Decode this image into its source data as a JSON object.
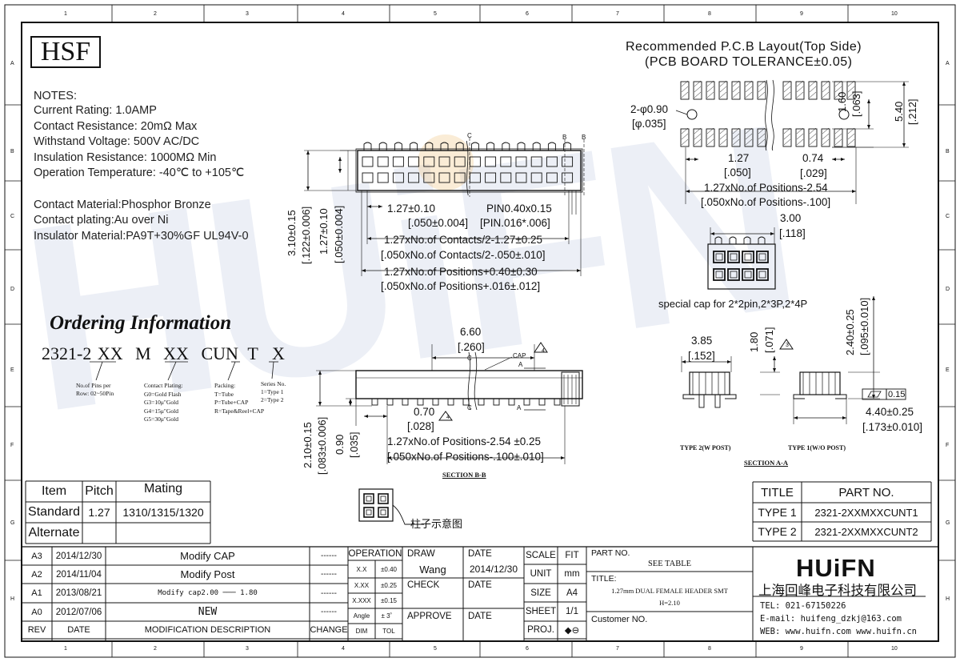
{
  "frame": {
    "col_numbers": [
      "1",
      "2",
      "3",
      "4",
      "5",
      "6",
      "7",
      "8",
      "9",
      "10"
    ],
    "row_letters": [
      "A",
      "B",
      "C",
      "D",
      "E",
      "F",
      "G",
      "H"
    ]
  },
  "logo": "HSF",
  "notes": {
    "title": "NOTES:",
    "lines": [
      "Current Rating: 1.0AMP",
      "Contact Resistance: 20mΩ Max",
      "Withstand Voltage: 500V AC/DC",
      "Insulation Resistance: 1000MΩ Min",
      "Operation Temperature: -40℃ to +105℃"
    ],
    "material_lines": [
      "Contact Material:Phosphor Bronze",
      "Contact plating:Au over Ni",
      "Insulator Material:PA9T+30%GF UL94V-0"
    ]
  },
  "pcb_layout": {
    "title": "Recommended P.C.B Layout(Top Side)",
    "tolerance": "(PCB BOARD TOLERANCE±0.05)",
    "hole": "2-φ0.90",
    "hole_in": "[φ.035]",
    "pitch": "1.27",
    "pitch_in": "[.050]",
    "pad_width": "0.74",
    "pad_width_in": "[.029]",
    "positions": "1.27xNo.of Positions-2.54",
    "positions_in": "[.050xNo.of Positions-.100]",
    "row_gap": "1.60",
    "row_gap_in": "[.063]",
    "total": "5.40",
    "total_in": "[.212]"
  },
  "cap_view": {
    "width": "3.00",
    "width_in": "[.118]",
    "caption": "special cap for 2*2pin,2*3P,2*4P"
  },
  "top_view": {
    "label_c": "C",
    "label_b": "B",
    "pitch": "1.27±0.10",
    "pitch_in": "[.050±0.004]",
    "pin": "PIN0.40x0.15",
    "pin_in": "[PIN.016*.006]",
    "contacts": "1.27xNo.of Contacts/2-1.27±0.25",
    "contacts_in": "[.050xNo.of Contacts/2-.050±.010]",
    "positions": "1.27xNo.of Positions+0.40±0.30",
    "positions_in": "[.050xNo.of Positions+.016±.012]",
    "height": "3.10±0.15",
    "height_in": "[.122±0.006]",
    "row": "1.27±0.10",
    "row_in": "[.050±0.004]"
  },
  "ordering": {
    "title": "Ordering Information",
    "code_prefix": "2321-2",
    "code_xx1": "XX",
    "code_m": "M",
    "code_xx2": "XX",
    "code_cun": "CUN",
    "code_t": "T",
    "code_x": "X",
    "pins": [
      "No.of Pins per",
      "Row: 02~50Pin"
    ],
    "plating": [
      "Contact Plating:",
      "G0=Gold Flash",
      "G3=10μ\"Gold",
      "G4=15μ\"Gold",
      "G5=30μ\"Gold"
    ],
    "packing": [
      "Packing:",
      "T=Tube",
      "P=Tube+CAP",
      "R=Tape&Reel+CAP"
    ],
    "series": [
      "Series No.",
      "1=Type 1",
      "2=Type 2"
    ]
  },
  "side_view": {
    "width": "6.60",
    "width_in": "[.260]",
    "cap": "CAP",
    "label_a": "A",
    "label_c": "C",
    "pin_w": "0.70",
    "pin_w_in": "[.028]",
    "positions": "1.27xNo.of Positions-2.54  ±0.25",
    "positions_in": "[.050xNo.of Positions-.100±.010]",
    "height": "2.10±0.15",
    "height_in": "[.083±0.006]",
    "post": "0.90",
    "post_in": "[.035]",
    "section": "SECTION B-B",
    "warn": "4"
  },
  "section_a": {
    "w": "3.85",
    "w_in": "[.152]",
    "h": "1.80",
    "h_in": "[.071]",
    "height": "2.40±0.25",
    "height_in": "[.095±0.010]",
    "flat": "0.15",
    "length": "4.40±0.25",
    "length_in": "[.173±0.010]",
    "type2": "TYPE 2(W POST)",
    "type1": "TYPE 1(W/O POST)",
    "section": "SECTION A-A",
    "warn": "3"
  },
  "post_diagram": {
    "label": "柱子示意图"
  },
  "mating": {
    "headers": [
      "Item",
      "Pitch",
      "Mating"
    ],
    "rows": [
      [
        "Standard",
        "1.27",
        "1310/1315/1320"
      ],
      [
        "Alternate",
        "",
        ""
      ]
    ]
  },
  "type_table": {
    "headers": [
      "TITLE",
      "PART NO."
    ],
    "rows": [
      [
        "TYPE 1",
        "2321-2XXMXXCUNT1"
      ],
      [
        "TYPE 2",
        "2321-2XXMXXCUNT2"
      ]
    ]
  },
  "revisions": {
    "rows": [
      [
        "A3",
        "2014/12/30",
        "Modify CAP",
        "------"
      ],
      [
        "A2",
        "2014/11/04",
        "Modify Post",
        "------"
      ],
      [
        "A1",
        "2013/08/21",
        "Modify cap2.00 ─── 1.80",
        "------"
      ],
      [
        "A0",
        "2012/07/06",
        "NEW",
        "------"
      ]
    ],
    "headers": [
      "REV",
      "DATE",
      "MODIFICATION  DESCRIPTION",
      "CHANGE"
    ]
  },
  "title_block": {
    "operation": "OPERATION",
    "tol_rows": [
      [
        "X.X",
        "±0.40"
      ],
      [
        "X.XX",
        "±0.25"
      ],
      [
        "X.XXX",
        "±0.15"
      ],
      [
        "Angle",
        "±  3゜"
      ]
    ],
    "dim": "DIM",
    "tol": "TOL",
    "draw": "DRAW",
    "draw_name": "Wang",
    "date": "DATE",
    "draw_date": "2014/12/30",
    "check": "CHECK",
    "approve": "APPROVE",
    "scale": "SCALE",
    "fit": "FIT",
    "unit": "UNIT",
    "mm": "mm",
    "size": "SIZE",
    "a4": "A4",
    "sheet": "SHEET",
    "sheet_val": "1/1",
    "proj": "PROJ.",
    "proj_sym": "◆⊖",
    "part_no": "PART NO.",
    "see_table": "SEE TABLE",
    "title": "TITLE:",
    "title_line1": "1.27mm DUAL FEMALE HEADER SMT",
    "title_line2": "H=2.10",
    "customer": "Customer NO."
  },
  "company": {
    "brand": "HUiFN",
    "name_cn": "上海回峰电子科技有限公司",
    "tel": "TEL: 021-67150226",
    "email": "E-mail: huifeng_dzkj@163.com",
    "web": "WEB:  www.huifn.com   www.huifn.cn"
  },
  "watermark": "HUiFN"
}
